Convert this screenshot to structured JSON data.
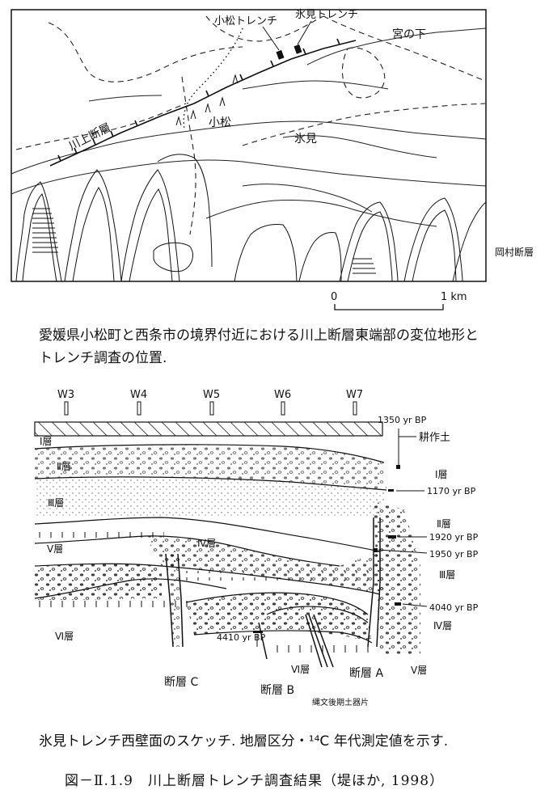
{
  "map": {
    "labels": {
      "komatsu_trench": "小松トレンチ",
      "himi_trench": "氷見トレンチ",
      "miyanoshita": "宮の下",
      "kawakami_fault": "川上断層",
      "komatsu": "小松",
      "himi": "氷見",
      "okamura_fault": "岡村断層"
    },
    "scale": {
      "zero": "0",
      "one": "1 km"
    },
    "caption_line1": "愛媛県小松町と西条市の境界付近における川上断層東端部の変位地形と",
    "caption_line2": "トレンチ調査の位置."
  },
  "section": {
    "wells": [
      "W3",
      "W4",
      "W5",
      "W6",
      "W7"
    ],
    "ages": [
      "1350 yr BP",
      "1170 yr BP",
      "1920 yr BP",
      "1950 yr BP",
      "4040 yr BP",
      "4410 yr BP"
    ],
    "cultivated_soil": "耕作土",
    "layers_left": [
      "Ⅰ層",
      "Ⅱ層",
      "Ⅲ層",
      "Ⅳ層",
      "Ⅴ層",
      "Ⅵ層"
    ],
    "layers_right": [
      "Ⅰ層",
      "Ⅱ層",
      "Ⅲ層",
      "Ⅳ層",
      "Ⅴ層"
    ],
    "layer_vi_center": "Ⅵ層",
    "faults": {
      "a": "断層 A",
      "b": "断層 B",
      "c": "断層 C"
    },
    "jomon": "縄文後期土器片",
    "caption": "氷見トレンチ西壁面のスケッチ. 地層区分・¹⁴C 年代測定値を示す."
  },
  "figure_title": "図－Ⅱ.1.9　川上断層トレンチ調査結果（堤ほか, 1998）"
}
